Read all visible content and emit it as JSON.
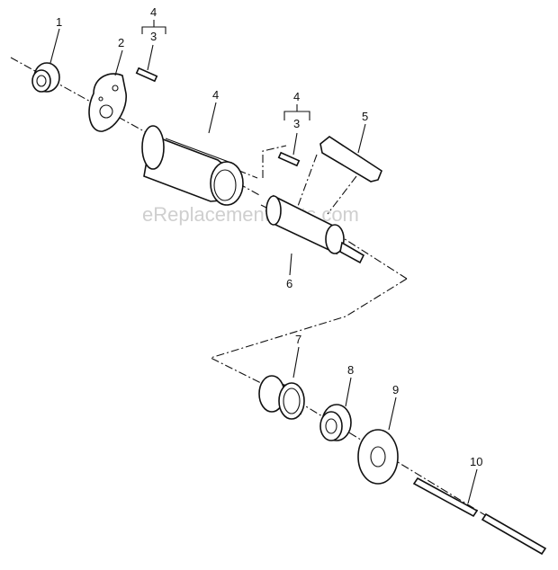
{
  "watermark": "eReplacementParts.com",
  "callouts": [
    {
      "id": "1",
      "label": "1"
    },
    {
      "id": "2",
      "label": "2"
    },
    {
      "id": "3a-top",
      "label": "4"
    },
    {
      "id": "3a-bot",
      "label": "3"
    },
    {
      "id": "4",
      "label": "4"
    },
    {
      "id": "3b-top",
      "label": "4"
    },
    {
      "id": "3b-bot",
      "label": "3"
    },
    {
      "id": "5",
      "label": "5"
    },
    {
      "id": "6",
      "label": "6"
    },
    {
      "id": "7",
      "label": "7"
    },
    {
      "id": "8",
      "label": "8"
    },
    {
      "id": "9",
      "label": "9"
    },
    {
      "id": "10",
      "label": "10"
    }
  ]
}
